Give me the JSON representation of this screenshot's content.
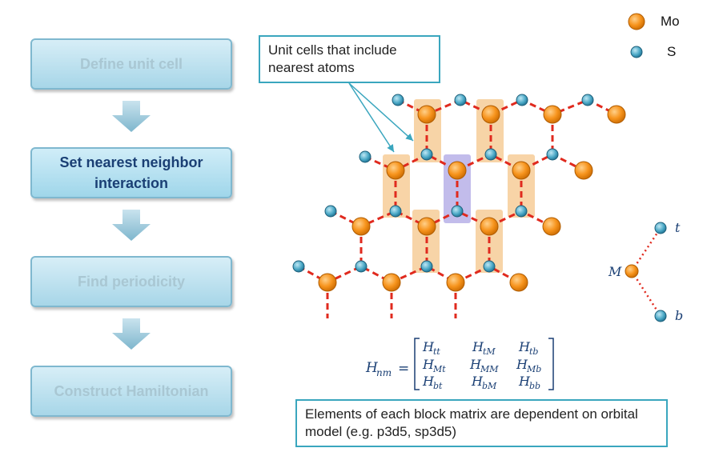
{
  "flow": {
    "steps": [
      {
        "label": "Define unit cell",
        "state": "dim"
      },
      {
        "label": "Set nearest neighbor interaction",
        "state": "active"
      },
      {
        "label": "Find periodicity",
        "state": "dim"
      },
      {
        "label": "Construct Hamiltonian",
        "state": "dim"
      }
    ]
  },
  "callouts": {
    "unit_cells": "Unit cells that include nearest atoms",
    "note": "Elements of each block matrix are dependent on orbital model (e.g. p3d5, sp3d5)"
  },
  "legend": {
    "mo_label": "Mo",
    "s_label": "S"
  },
  "bond_labels": {
    "t": "t",
    "M": "M",
    "b": "b"
  },
  "equation": {
    "lhs": "H",
    "lhs_sub": "nm",
    "matrix": [
      [
        "tt",
        "tM",
        "tb"
      ],
      [
        "Mt",
        "MM",
        "Mb"
      ],
      [
        "bt",
        "bM",
        "bb"
      ]
    ]
  },
  "colors": {
    "mo_fill": "#f7941d",
    "s_fill": "#4aa8c6",
    "bond": "#e02a1e",
    "unit_cell_highlight": "#f5c68a",
    "center_highlight": "#b7b0e8",
    "callout_border": "#3aa6be"
  }
}
